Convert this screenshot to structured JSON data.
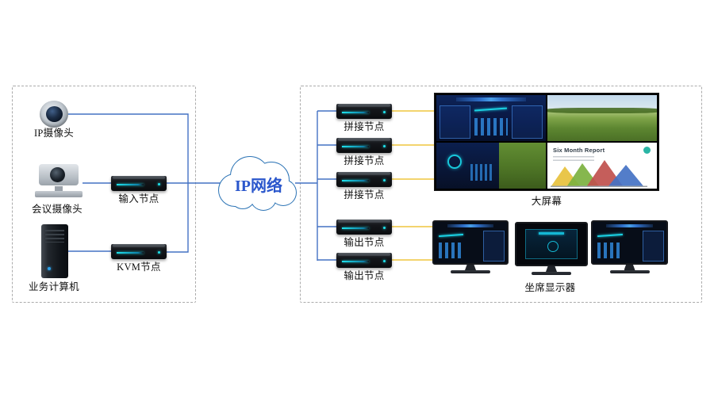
{
  "diagram": {
    "cloud": {
      "label": "IP网络"
    },
    "left_group": {
      "sources": [
        {
          "label": "IP摄像头"
        },
        {
          "label": "会议摄像头"
        },
        {
          "label": "业务计算机"
        }
      ],
      "nodes": [
        {
          "label": "输入节点"
        },
        {
          "label": "KVM节点"
        }
      ]
    },
    "right_group": {
      "nodes": [
        {
          "label": "拼接节点"
        },
        {
          "label": "拼接节点"
        },
        {
          "label": "拼接节点"
        },
        {
          "label": "输出节点"
        },
        {
          "label": "输出节点"
        }
      ],
      "video_wall": {
        "label": "大屏幕",
        "report_title": "Six Month Report"
      },
      "monitors": {
        "label": "坐席显示器"
      }
    },
    "colors": {
      "network_line": "#4472C4",
      "video_line": "#EFC63F",
      "cloud_outline": "#2E75B6",
      "cloud_text": "#2B57CC"
    }
  }
}
